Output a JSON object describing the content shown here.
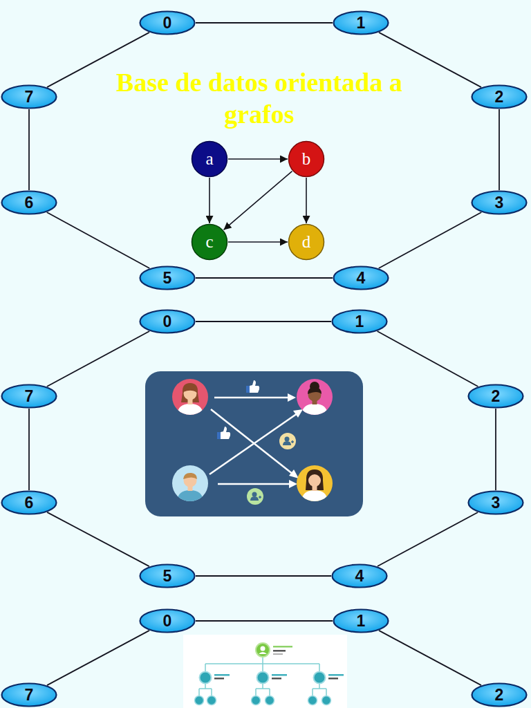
{
  "diagram": {
    "title": "Base de datos orientada a grafos",
    "nodes": [
      {
        "text": [
          "0"
        ]
      },
      {
        "text": [
          "1"
        ]
      },
      {
        "text": [
          "7"
        ]
      },
      {
        "text": [
          "2"
        ]
      },
      {
        "text": [
          "a"
        ]
      },
      {
        "text": [
          "b"
        ]
      },
      {
        "text": [
          "6"
        ]
      },
      {
        "text": [
          "3"
        ]
      },
      {
        "text": [
          "c"
        ]
      },
      {
        "text": [
          "d"
        ]
      },
      {
        "text": [
          "5"
        ]
      },
      {
        "text": [
          "4"
        ]
      },
      {
        "text": [
          "0"
        ]
      },
      {
        "text": [
          "1"
        ]
      },
      {
        "text": [
          "7"
        ]
      },
      {
        "text": [
          "2"
        ]
      },
      {
        "text": [
          "6"
        ]
      },
      {
        "text": [
          "3"
        ]
      },
      {
        "text": [
          "5"
        ]
      },
      {
        "text": [
          "4"
        ]
      },
      {
        "text": [
          "0"
        ]
      },
      {
        "text": [
          "1"
        ]
      },
      {
        "text": [
          "7"
        ]
      },
      {
        "text": [
          "2"
        ]
      }
    ],
    "edges": [
      {
        "from": 0,
        "to": 1,
        "arrow": "none"
      },
      {
        "from": 1,
        "to": 3,
        "arrow": "none"
      },
      {
        "from": 3,
        "to": 7,
        "arrow": "none"
      },
      {
        "from": 7,
        "to": 11,
        "arrow": "none"
      },
      {
        "from": 11,
        "to": 10,
        "arrow": "none"
      },
      {
        "from": 10,
        "to": 6,
        "arrow": "none"
      },
      {
        "from": 6,
        "to": 2,
        "arrow": "none"
      },
      {
        "from": 2,
        "to": 0,
        "arrow": "none"
      },
      {
        "from": 4,
        "to": 5,
        "arrow": "to"
      },
      {
        "from": 4,
        "to": 8,
        "arrow": "to"
      },
      {
        "from": 5,
        "to": 8,
        "arrow": "to"
      },
      {
        "from": 5,
        "to": 9,
        "arrow": "to"
      },
      {
        "from": 8,
        "to": 9,
        "arrow": "to"
      },
      {
        "from": 12,
        "to": 13,
        "arrow": "none"
      },
      {
        "from": 13,
        "to": 15,
        "arrow": "none"
      },
      {
        "from": 15,
        "to": 17,
        "arrow": "none"
      },
      {
        "from": 17,
        "to": 19,
        "arrow": "none"
      },
      {
        "from": 19,
        "to": 18,
        "arrow": "none"
      },
      {
        "from": 18,
        "to": 16,
        "arrow": "none"
      },
      {
        "from": 16,
        "to": 14,
        "arrow": "none"
      },
      {
        "from": 14,
        "to": 12,
        "arrow": "none"
      },
      {
        "from": 20,
        "to": 21,
        "arrow": "none"
      },
      {
        "from": 21,
        "to": 23,
        "arrow": "none"
      },
      {
        "from": 22,
        "to": 20,
        "arrow": "none"
      }
    ]
  }
}
